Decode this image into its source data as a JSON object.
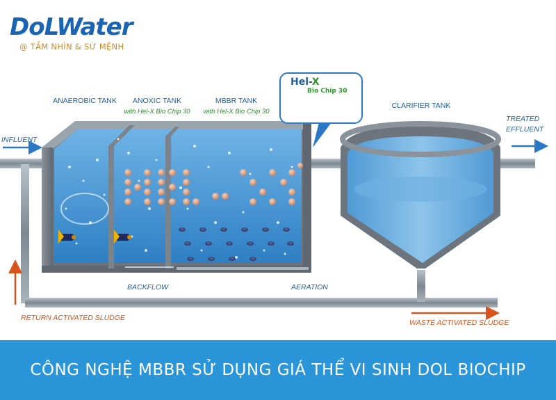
{
  "brand": {
    "name": "DoLWater",
    "tagline": "@ TẦM NHÌN & SỨ MỆNH",
    "color": "#1a64b4",
    "tagline_color": "#c98a2e"
  },
  "diagram": {
    "tanks": [
      {
        "name": "ANAEROBIC TANK",
        "subtitle": ""
      },
      {
        "name": "ANOXIC TANK",
        "subtitle": "with Hel-X Bio Chip 30"
      },
      {
        "name": "MBBR TANK",
        "subtitle": "with Hel-X Bio Chip 30"
      },
      {
        "name": "CLARIFIER TANK",
        "subtitle": ""
      }
    ],
    "flows": {
      "influent": "INFLUENT",
      "treated_effluent": [
        "TREATED",
        "EFFLUENT"
      ],
      "backflow": "BACKFLOW",
      "aeration": "AERATION",
      "return_sludge": "RETURN ACTIVATED SLUDGE",
      "waste_sludge": "WASTE ACTIVATED SLUDGE"
    },
    "callout": {
      "brand_main": "Hel-",
      "brand_x": "X",
      "product": "Bio Chip 30"
    },
    "colors": {
      "water": "#3d8fd0",
      "water_light": "#8fc6ec",
      "pipe": "#8a96a2",
      "tank_wall": "#6e7780",
      "chip": "#d9a48a",
      "label": "#1f5fa0",
      "subtitle": "#2e8b2e",
      "sludge": "#d9541c",
      "banner": "#2a95d8"
    }
  },
  "banner": {
    "title": "CÔNG NGHỆ MBBR SỬ DỤNG GIÁ THỂ VI SINH DOL BIOCHIP"
  }
}
